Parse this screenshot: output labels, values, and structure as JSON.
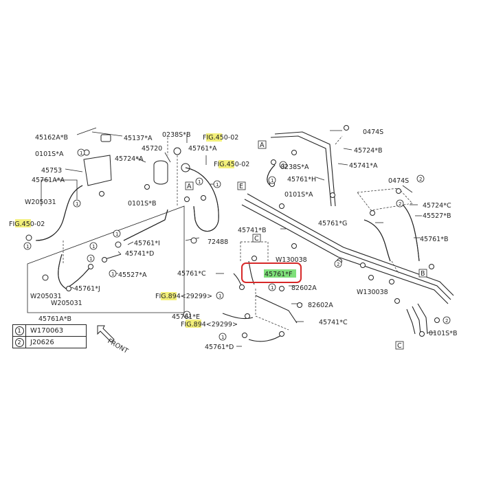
{
  "labels": {
    "l45162": "45162A*B",
    "l0101a": "0101S*A",
    "l45753": "45753",
    "l45761a1": "45761A*A",
    "lw205031a": "W205031",
    "lfig450a": "FIG.450-02",
    "l45137": "45137*A",
    "l0238b": "0238S*B",
    "l45720": "45720",
    "l45724a": "45724*A",
    "lfig450b": "FIG.450-02",
    "l45761a2": "45761*A",
    "lfig450c": "FIG.450-02",
    "l0101b": "0101S*B",
    "l72488": "72488",
    "l45761i": "45761*I",
    "l45741d": "45741*D",
    "l45527a": "45527*A",
    "l45761j": "45761*J",
    "lw205031b": "W205031",
    "lw205031c": "W205031",
    "l45761ab": "45761A*B",
    "l0474a": "0474S",
    "l45724b": "45724*B",
    "l45741a": "45741*A",
    "l0238a": "0238S*A",
    "l45761h": "45761*H",
    "l0101a2": "0101S*A",
    "l0474b": "0474S",
    "l45724c": "45724*C",
    "l45527b": "45527*B",
    "l45761g": "45761*G",
    "l45741b": "45741*B",
    "l45761b": "45761*B",
    "lw130038a": "W130038",
    "lw130038b": "W130038",
    "l45761c": "45761*C",
    "l45761f": "45761*F",
    "l82602a1": "82602A",
    "l82602a2": "82602A",
    "lfig894a": "FIG.894<29299>",
    "l45761e": "45761*E",
    "lfig894b": "FIG.894<29299>",
    "l45741c": "45741*C",
    "l45761d": "45761*D",
    "l0101b2": "0101S*B",
    "front": "FRONT",
    "ca": "A",
    "ca2": "A",
    "cb": "B",
    "cc": "C",
    "cc2": "C",
    "ce": "E",
    "n1": "1",
    "n2": "2"
  },
  "legend": [
    {
      "key": "1",
      "value": "W170063"
    },
    {
      "key": "2",
      "value": "J20626"
    }
  ],
  "colors": {
    "highlight_yellow": "#f3f07a",
    "highlight_green": "#7fe07a",
    "callout_red": "#d62828",
    "ink": "#222222"
  }
}
